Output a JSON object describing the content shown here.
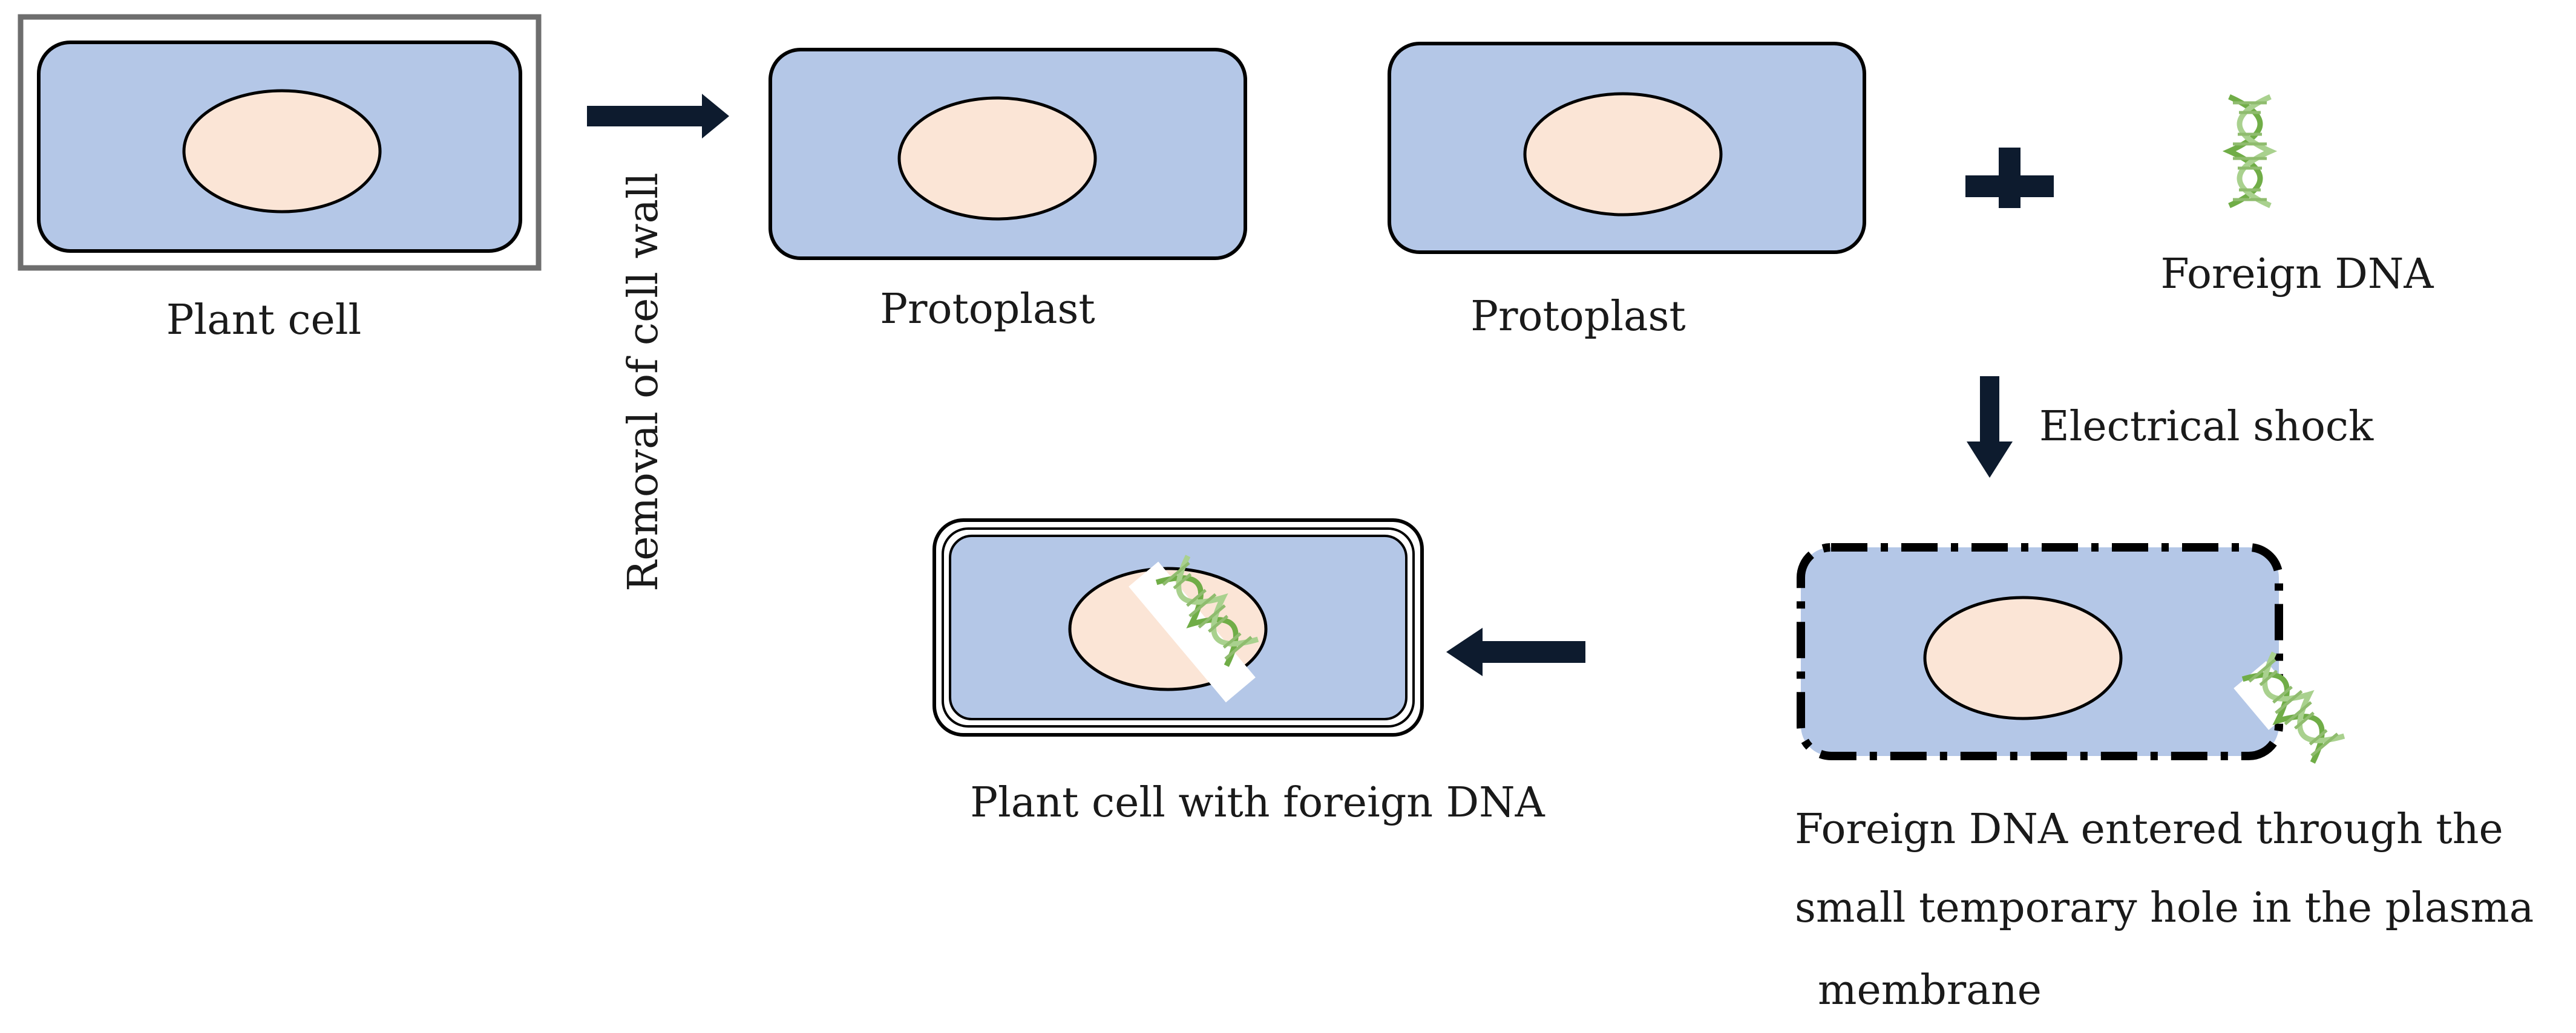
{
  "labels": {
    "plant_cell": "Plant  cell",
    "removal_of_cell_wall": "Removal of cell wall",
    "protoplast_1": "Protoplast",
    "protoplast_2": "Protoplast",
    "foreign_dna": "Foreign DNA",
    "electrical_shock": "Electrical shock",
    "plant_cell_with_foreign_dna": "Plant  cell  with  foreign DNA",
    "entry_line_1": "Foreign DNA  entered through the",
    "entry_line_2": "small  temporary hole  in  the  plasma",
    "entry_line_3": "membrane"
  },
  "colors": {
    "cytoplasm": "#b4c7e7",
    "nucleus": "#fbe5d6",
    "outline": "#000000",
    "arrow": "#0d1b2e",
    "dna_green": "#a9d18e",
    "dna_dark": "#70ad47"
  },
  "icons": [
    "right-arrow-icon",
    "plus-icon",
    "dna-icon",
    "down-arrow-icon",
    "left-arrow-icon"
  ]
}
